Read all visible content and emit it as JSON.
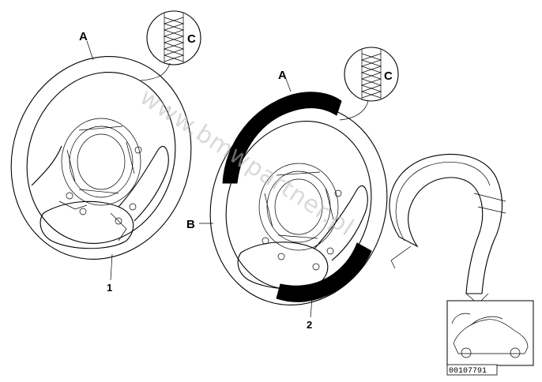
{
  "callouts": {
    "a_left": "A",
    "c_left": "C",
    "a_right": "A",
    "c_right": "C",
    "b": "B",
    "item_1": "1",
    "item_2": "2"
  },
  "part_number": "00107791",
  "watermark": "www.bmwpartner.pl",
  "colors": {
    "line": "#000000",
    "leather_black": "#000000",
    "watermark": "#bbbbbb"
  }
}
